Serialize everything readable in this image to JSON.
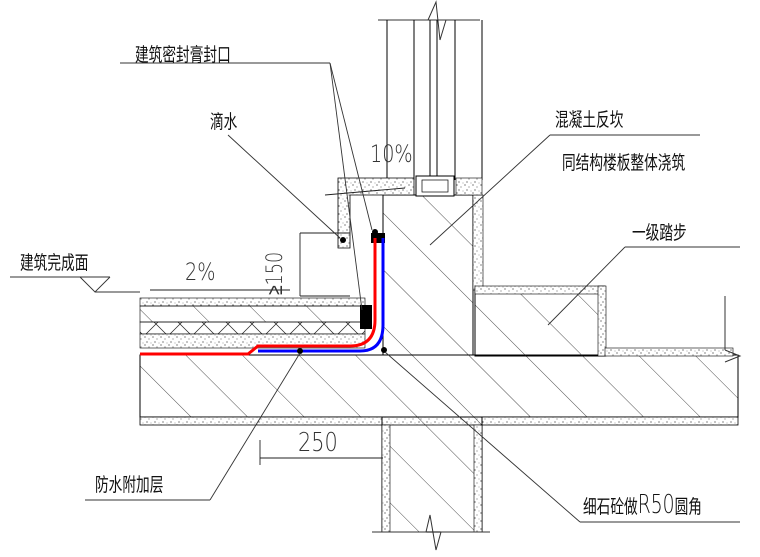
{
  "drawing": {
    "title": "Floor-to-wall waterproof upturn detail",
    "labels": {
      "sealant": "建筑密封膏封口",
      "drip": "滴水",
      "concrete_upturn": "混凝土反坎",
      "cast_with_slab": "同结构楼板整体浇筑",
      "step": "一级踏步",
      "finished_surface": "建筑完成面",
      "waterproof_additional": "防水附加层",
      "fillet_prefix": "细石砼做",
      "fillet_value": "R50",
      "fillet_suffix": "圆角"
    },
    "dimensions": {
      "slope_sill": "10%",
      "slope_floor": "2%",
      "upturn_height": "≥150",
      "additional_layer_width": "250"
    },
    "colors": {
      "waterproof_main": "#ff0000",
      "waterproof_additional": "#0000ff",
      "line": "#000000",
      "background": "#ffffff"
    }
  }
}
